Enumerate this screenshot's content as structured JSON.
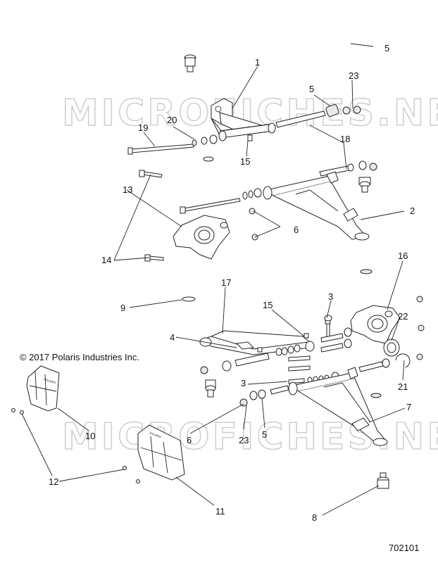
{
  "watermark_text": "MICROFICHES.NET",
  "copyright": "© 2017 Polaris Industries Inc.",
  "drawing_number": "702101",
  "brand_text": "POLARIS",
  "callouts": [
    {
      "id": "c1",
      "text": "1"
    },
    {
      "id": "c2",
      "text": "2"
    },
    {
      "id": "c3a",
      "text": "3"
    },
    {
      "id": "c3b",
      "text": "3"
    },
    {
      "id": "c4",
      "text": "4"
    },
    {
      "id": "c5a",
      "text": "5"
    },
    {
      "id": "c5b",
      "text": "5"
    },
    {
      "id": "c5c",
      "text": "5"
    },
    {
      "id": "c6a",
      "text": "6"
    },
    {
      "id": "c6b",
      "text": "6"
    },
    {
      "id": "c7",
      "text": "7"
    },
    {
      "id": "c8",
      "text": "8"
    },
    {
      "id": "c9",
      "text": "9"
    },
    {
      "id": "c10",
      "text": "10"
    },
    {
      "id": "c11",
      "text": "11"
    },
    {
      "id": "c12",
      "text": "12"
    },
    {
      "id": "c13",
      "text": "13"
    },
    {
      "id": "c14",
      "text": "14"
    },
    {
      "id": "c15a",
      "text": "15"
    },
    {
      "id": "c15b",
      "text": "15"
    },
    {
      "id": "c16",
      "text": "16"
    },
    {
      "id": "c17",
      "text": "17"
    },
    {
      "id": "c18",
      "text": "18"
    },
    {
      "id": "c19",
      "text": "19"
    },
    {
      "id": "c20",
      "text": "20"
    },
    {
      "id": "c21",
      "text": "21"
    },
    {
      "id": "c22",
      "text": "22"
    },
    {
      "id": "c23a",
      "text": "23"
    },
    {
      "id": "c23b",
      "text": "23"
    }
  ]
}
